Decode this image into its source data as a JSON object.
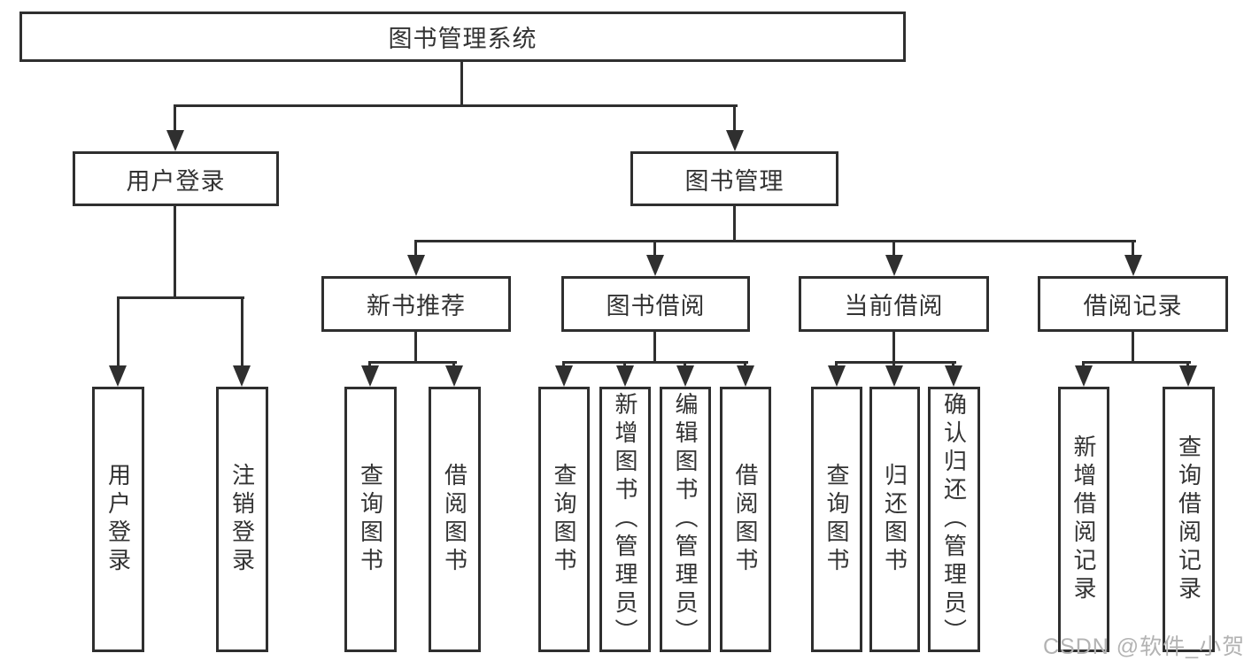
{
  "colors": {
    "line": "#2f2f2f",
    "text": "#333333",
    "watermark": "#b3b3b3",
    "background": "#ffffff"
  },
  "watermark": "CSDN @软件_小贺同学",
  "diagram": {
    "root": "图书管理系统",
    "user_login": {
      "label": "用户登录",
      "children": [
        "用户登录",
        "注销登录"
      ]
    },
    "book_mgmt": {
      "label": "图书管理",
      "groups": [
        {
          "label": "新书推荐",
          "children": [
            "查询图书",
            "借阅图书"
          ]
        },
        {
          "label": "图书借阅",
          "children": [
            "查询图书",
            "新增图书（管理员）",
            "编辑图书（管理员）",
            "借阅图书"
          ]
        },
        {
          "label": "当前借阅",
          "children": [
            "查询图书",
            "归还图书",
            "确认归还（管理员）"
          ]
        },
        {
          "label": "借阅记录",
          "children": [
            "新增借阅记录",
            "查询借阅记录"
          ]
        }
      ]
    }
  }
}
